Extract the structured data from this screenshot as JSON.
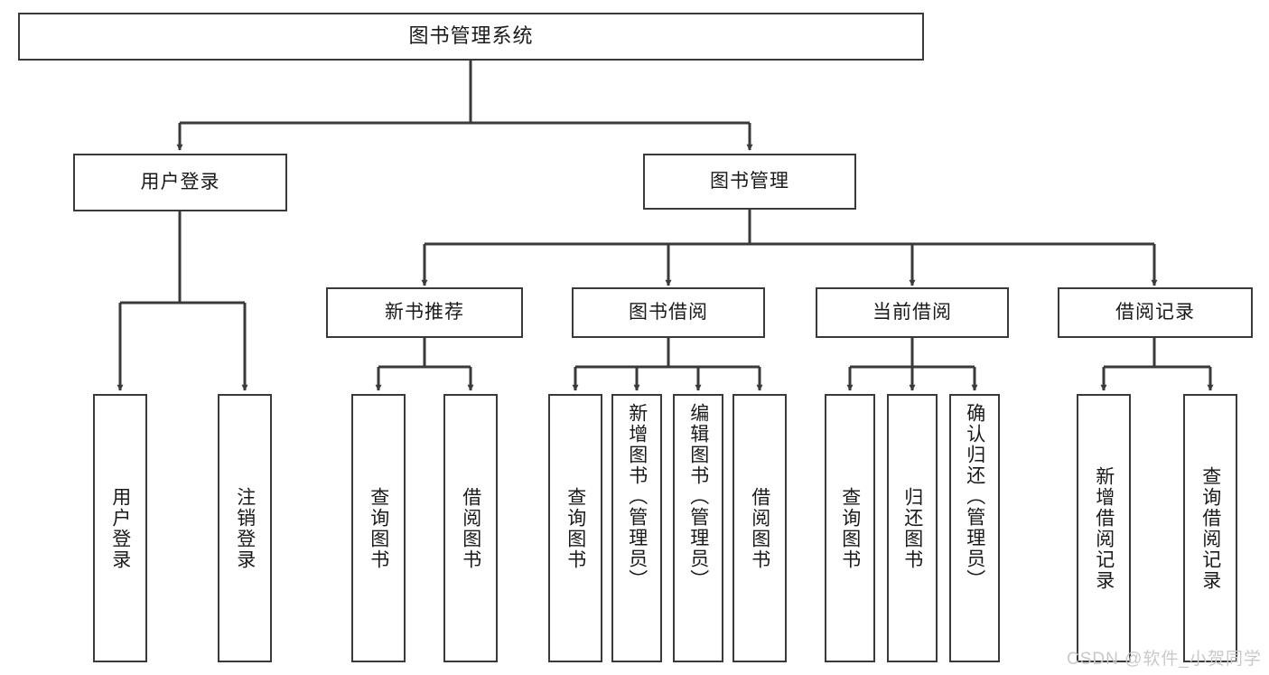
{
  "diagram": {
    "type": "hierarchy-tree",
    "title": "图书管理系统",
    "line_color": "#3a3a3a",
    "box_fill": "#ffffff",
    "background": "#ffffff",
    "watermark": "CSDN @软件_小贺同学",
    "levels": 4,
    "nodes": {
      "root": {
        "label": "图书管理系统"
      },
      "level1": [
        {
          "id": "user-login",
          "label": "用户登录"
        },
        {
          "id": "book-manage",
          "label": "图书管理"
        }
      ],
      "level2": [
        {
          "id": "new-book-rec",
          "label": "新书推荐",
          "parent": "book-manage"
        },
        {
          "id": "book-borrow",
          "label": "图书借阅",
          "parent": "book-manage"
        },
        {
          "id": "current-borrow",
          "label": "当前借阅",
          "parent": "book-manage"
        },
        {
          "id": "borrow-record",
          "label": "借阅记录",
          "parent": "book-manage"
        }
      ],
      "leaves": {
        "user_login": [
          {
            "id": "leaf-user-login",
            "label": "用户登录"
          },
          {
            "id": "leaf-logout",
            "label": "注销登录"
          }
        ],
        "new_book_rec": [
          {
            "id": "leaf-query-book-1",
            "label": "查询图书"
          },
          {
            "id": "leaf-borrow-book-1",
            "label": "借阅图书"
          }
        ],
        "book_borrow": [
          {
            "id": "leaf-query-book-2",
            "label": "查询图书"
          },
          {
            "id": "leaf-add-book",
            "label": "新增图书（管理员）"
          },
          {
            "id": "leaf-edit-book",
            "label": "编辑图书（管理员）"
          },
          {
            "id": "leaf-borrow-book-2",
            "label": "借阅图书"
          }
        ],
        "current_borrow": [
          {
            "id": "leaf-query-book-3",
            "label": "查询图书"
          },
          {
            "id": "leaf-return-book",
            "label": "归还图书"
          },
          {
            "id": "leaf-confirm-return",
            "label": "确认归还（管理员）"
          }
        ],
        "borrow_record": [
          {
            "id": "leaf-add-record",
            "label": "新增借阅记录"
          },
          {
            "id": "leaf-query-record",
            "label": "查询借阅记录"
          }
        ]
      }
    }
  }
}
